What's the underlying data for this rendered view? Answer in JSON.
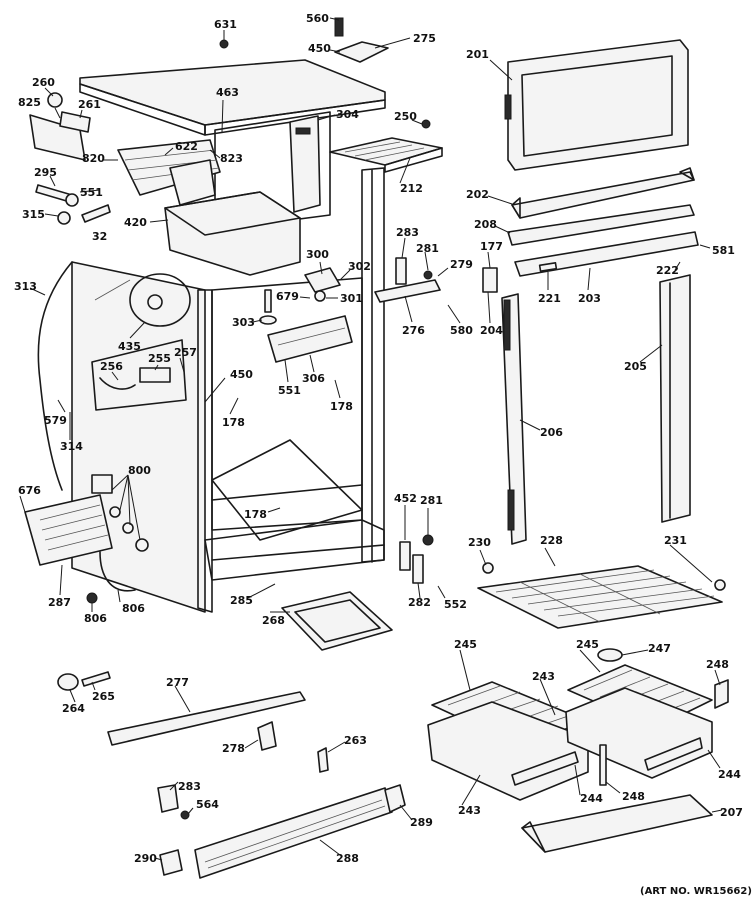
{
  "art_number": "(ART NO. WR15662)",
  "callouts": [
    {
      "id": "c560a",
      "label": "560"
    },
    {
      "id": "c275",
      "label": "275"
    },
    {
      "id": "c631",
      "label": "631"
    },
    {
      "id": "c450a",
      "label": "450"
    },
    {
      "id": "c201",
      "label": "201"
    },
    {
      "id": "c260",
      "label": "260"
    },
    {
      "id": "c825a",
      "label": "825"
    },
    {
      "id": "c261",
      "label": "261"
    },
    {
      "id": "c463",
      "label": "463"
    },
    {
      "id": "c304",
      "label": "304"
    },
    {
      "id": "c250",
      "label": "250"
    },
    {
      "id": "c622",
      "label": "622"
    },
    {
      "id": "c820",
      "label": "820"
    },
    {
      "id": "c823",
      "label": "823"
    },
    {
      "id": "c295",
      "label": "295"
    },
    {
      "id": "c551a",
      "label": "551"
    },
    {
      "id": "c212",
      "label": "212"
    },
    {
      "id": "c202",
      "label": "202"
    },
    {
      "id": "c315",
      "label": "315"
    },
    {
      "id": "c32",
      "label": "32"
    },
    {
      "id": "c420",
      "label": "420"
    },
    {
      "id": "c208",
      "label": "208"
    },
    {
      "id": "c581",
      "label": "581"
    },
    {
      "id": "c283a",
      "label": "283"
    },
    {
      "id": "c281a",
      "label": "281"
    },
    {
      "id": "c177",
      "label": "177"
    },
    {
      "id": "c300",
      "label": "300"
    },
    {
      "id": "c302",
      "label": "302"
    },
    {
      "id": "c279",
      "label": "279"
    },
    {
      "id": "c222",
      "label": "222"
    },
    {
      "id": "c313",
      "label": "313"
    },
    {
      "id": "c679",
      "label": "679"
    },
    {
      "id": "c301",
      "label": "301"
    },
    {
      "id": "c221",
      "label": "221"
    },
    {
      "id": "c203",
      "label": "203"
    },
    {
      "id": "c303",
      "label": "303"
    },
    {
      "id": "c276",
      "label": "276"
    },
    {
      "id": "c580",
      "label": "580"
    },
    {
      "id": "c204",
      "label": "204"
    },
    {
      "id": "c435",
      "label": "435"
    },
    {
      "id": "c256",
      "label": "256"
    },
    {
      "id": "c255",
      "label": "255"
    },
    {
      "id": "c257",
      "label": "257"
    },
    {
      "id": "c306",
      "label": "306"
    },
    {
      "id": "c551b",
      "label": "551"
    },
    {
      "id": "c205",
      "label": "205"
    },
    {
      "id": "c450b",
      "label": "450"
    },
    {
      "id": "c178a",
      "label": "178"
    },
    {
      "id": "c178b",
      "label": "178"
    },
    {
      "id": "c579",
      "label": "579"
    },
    {
      "id": "c314",
      "label": "314"
    },
    {
      "id": "c206",
      "label": "206"
    },
    {
      "id": "c800",
      "label": "800"
    },
    {
      "id": "c676",
      "label": "676"
    },
    {
      "id": "c178c",
      "label": "178"
    },
    {
      "id": "c452",
      "label": "452"
    },
    {
      "id": "c281b",
      "label": "281"
    },
    {
      "id": "c230",
      "label": "230"
    },
    {
      "id": "c228",
      "label": "228"
    },
    {
      "id": "c231",
      "label": "231"
    },
    {
      "id": "c287",
      "label": "287"
    },
    {
      "id": "c806a",
      "label": "806"
    },
    {
      "id": "c806b",
      "label": "806"
    },
    {
      "id": "c285",
      "label": "285"
    },
    {
      "id": "c282",
      "label": "282"
    },
    {
      "id": "c552",
      "label": "552"
    },
    {
      "id": "c268",
      "label": "268"
    },
    {
      "id": "c245a",
      "label": "245"
    },
    {
      "id": "c245b",
      "label": "245"
    },
    {
      "id": "c247",
      "label": "247"
    },
    {
      "id": "c264",
      "label": "264"
    },
    {
      "id": "c265",
      "label": "265"
    },
    {
      "id": "c277",
      "label": "277"
    },
    {
      "id": "c243a",
      "label": "243"
    },
    {
      "id": "c248a",
      "label": "248"
    },
    {
      "id": "c278",
      "label": "278"
    },
    {
      "id": "c263",
      "label": "263"
    },
    {
      "id": "c244a",
      "label": "244"
    },
    {
      "id": "c244b",
      "label": "244"
    },
    {
      "id": "c243b",
      "label": "243"
    },
    {
      "id": "c248b",
      "label": "248"
    },
    {
      "id": "c283b",
      "label": "283"
    },
    {
      "id": "c564",
      "label": "564"
    },
    {
      "id": "c289",
      "label": "289"
    },
    {
      "id": "c207",
      "label": "207"
    },
    {
      "id": "c290",
      "label": "290"
    },
    {
      "id": "c288",
      "label": "288"
    }
  ]
}
